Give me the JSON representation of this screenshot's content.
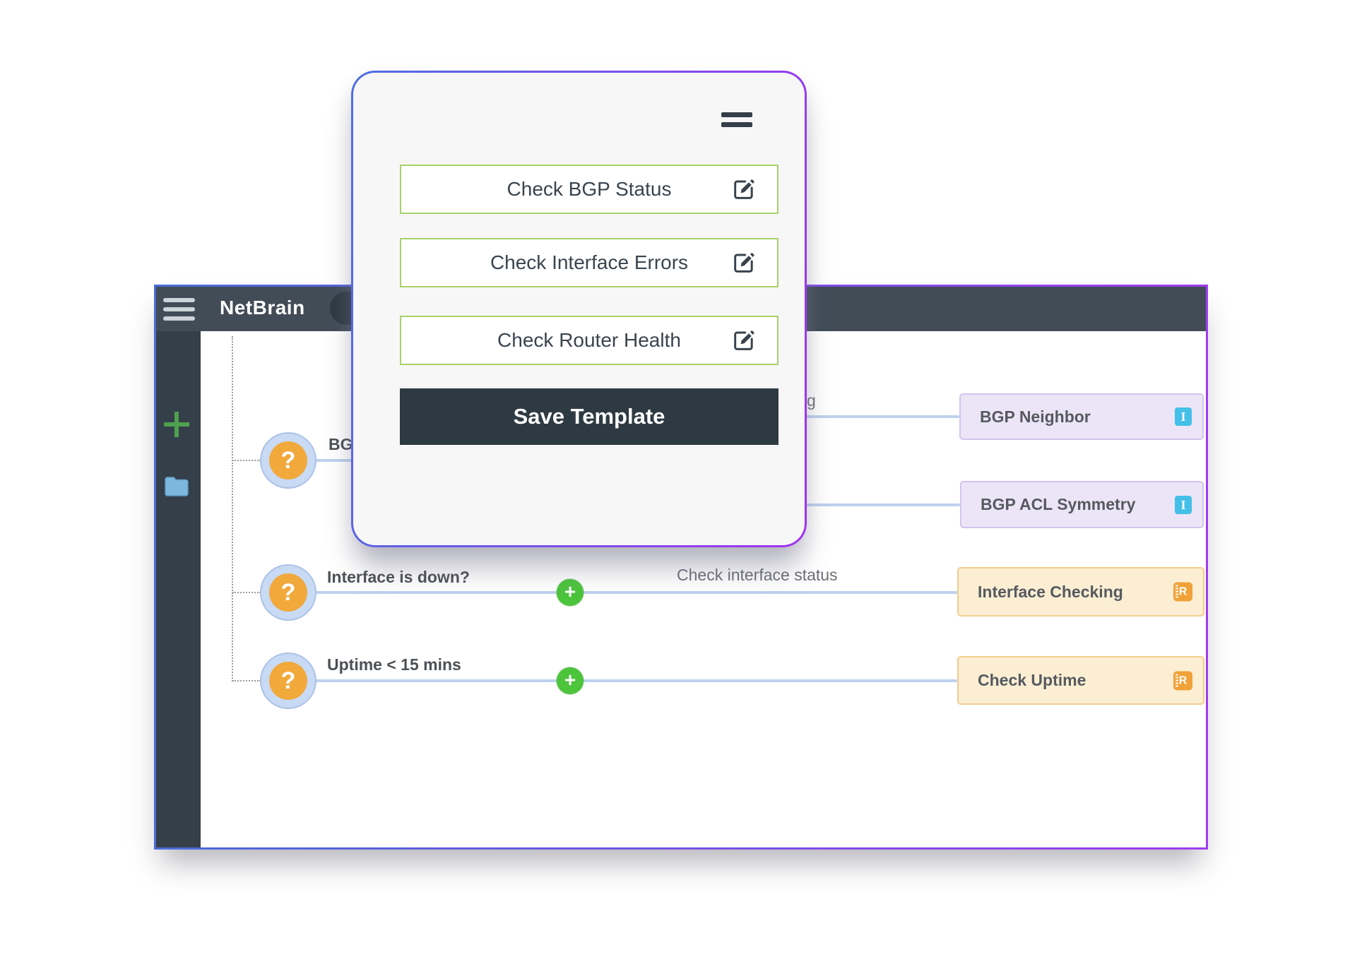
{
  "header": {
    "logo": "NetBrain"
  },
  "modal": {
    "templates": [
      {
        "label": "Check BGP Status"
      },
      {
        "label": "Check Interface Errors"
      },
      {
        "label": "Check Router Health"
      }
    ],
    "save_label": "Save Template"
  },
  "flowchart": {
    "question_glyph": "?",
    "plus_glyph": "+",
    "branches": [
      {
        "label": "BG",
        "note": ""
      },
      {
        "label": "Interface is down?",
        "note": "Check interface status"
      },
      {
        "label": "Uptime < 15 mins",
        "note": ""
      }
    ],
    "partial_edge_label": "g",
    "targets": [
      {
        "label": "BGP Neighbor",
        "badge": "I"
      },
      {
        "label": "BGP ACL Symmetry",
        "badge": "I"
      },
      {
        "label": "Interface Checking",
        "badge": "R"
      },
      {
        "label": "Check Uptime",
        "badge": "R"
      }
    ]
  },
  "colors": {
    "window_border_left": "#4a6cd8",
    "window_border_right": "#9f3cf2",
    "header_bg": "#414c57",
    "sidebar_bg": "#343f49",
    "button_border_green": "#a9d169",
    "save_button_bg": "#2e3a42",
    "connector_blue": "#bdd1ee",
    "node_outer_blue": "#c8daf4",
    "node_inner_orange": "#f1a93c",
    "plus_green": "#4cc43c",
    "lavender_bg": "#ece5f7",
    "peach_bg": "#fbeed3",
    "badge_blue": "#43bfe8",
    "badge_orange": "#f0a238"
  }
}
